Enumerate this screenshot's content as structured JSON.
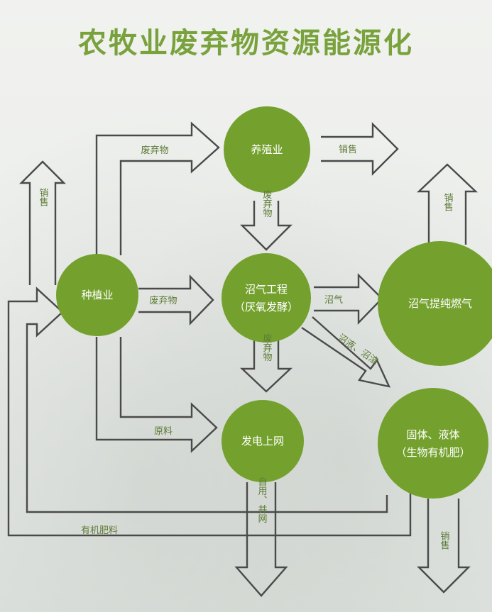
{
  "title": "农牧业废弃物资源能源化",
  "nodes": {
    "zhongzhi": "种植业",
    "yangzhi": "养殖业",
    "zhaoqi_line1": "沼气工程",
    "zhaoqi_line2": "（厌氧发酵）",
    "tichun": "沼气提纯燃气",
    "fadian": "发电上网",
    "guti_line1": "固体、液体",
    "guti_line2": "（生物有机肥）"
  },
  "labels": {
    "feiqiwu_top": "废弃物",
    "feiqiwu_mid": "废弃物",
    "feiqiwu_v1": "废弃物",
    "feiqiwu_v2": "废弃物",
    "xiaoshou_left": "销售",
    "xiaoshou_top": "销售",
    "xiaoshou_right": "销售",
    "xiaoshou_bottom": "销售",
    "zhaoqi": "沼气",
    "zhaoye_zhaozha": "沼液、沼渣",
    "yuanliao": "原料",
    "ziyong_bingwang": "自用、并网",
    "youji_feiliao": "有机肥料"
  },
  "colors": {
    "accent": "#79a23d",
    "node_fill": "#74a12e",
    "arrow_stroke": "#4a4a4a",
    "label_text": "#5d7a36"
  }
}
